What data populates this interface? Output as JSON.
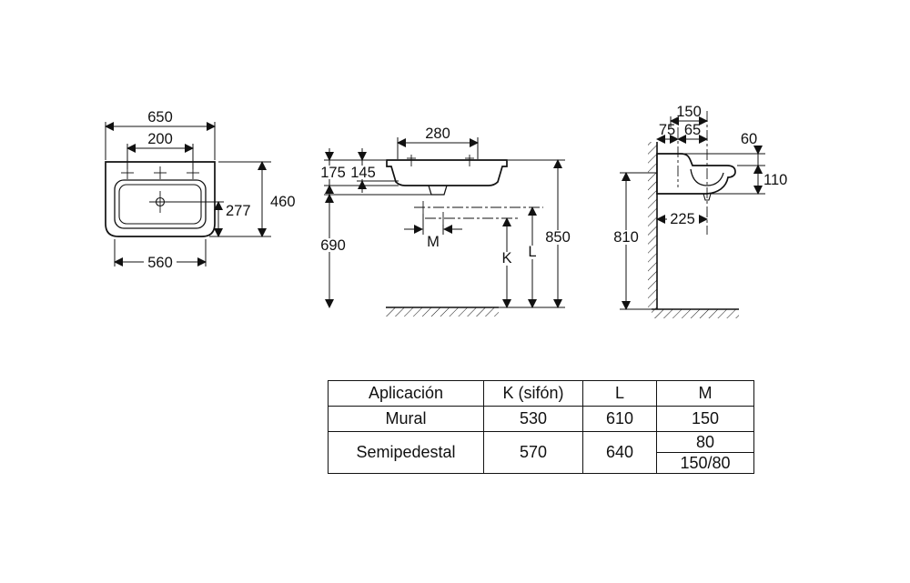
{
  "front_view": {
    "total_width": "650",
    "tap_spacing": "200",
    "total_depth": "460",
    "drain_offset": "277",
    "bottom_width": "560"
  },
  "elevation_view": {
    "top_width": "280",
    "height_a": "175",
    "height_b": "145",
    "under_height": "690",
    "total_height": "850",
    "m": "M",
    "k": "K",
    "l": "L"
  },
  "section_view": {
    "offset_150": "150",
    "wall_75": "75",
    "mid_65": "65",
    "top_60": "60",
    "rim_110": "110",
    "depth_225": "225",
    "height_810": "810"
  },
  "table": {
    "headers": [
      "Aplicación",
      "K (sifón)",
      "L",
      "M"
    ],
    "rows": [
      {
        "app": "Mural",
        "k": "530",
        "l": "610",
        "m": [
          "150"
        ]
      },
      {
        "app": "Semipedestal",
        "k": "570",
        "l": "640",
        "m": [
          "80",
          "150/80"
        ]
      }
    ]
  }
}
